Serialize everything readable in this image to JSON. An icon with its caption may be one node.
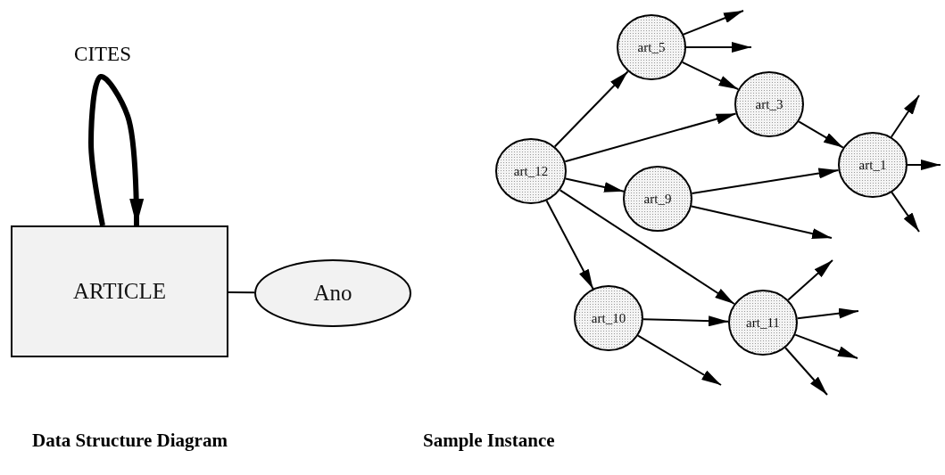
{
  "diagram": {
    "nodes": [
      {
        "text": [
          "ARTICLE"
        ]
      },
      {
        "text": [
          "Ano"
        ]
      },
      {
        "text": [
          "art_5"
        ]
      },
      {
        "text": [
          "art_3"
        ]
      },
      {
        "text": [
          "art_12"
        ]
      },
      {
        "text": [
          "art_1"
        ]
      },
      {
        "text": [
          "art_9"
        ]
      },
      {
        "text": [
          "art_10"
        ]
      },
      {
        "text": [
          "art_11"
        ]
      }
    ],
    "edges": [
      {
        "from": 0,
        "to": 0,
        "arrow": "to",
        "label": "CITES",
        "style": "thick"
      },
      {
        "from": 0,
        "to": 1,
        "arrow": "none"
      },
      {
        "from": 4,
        "to": 2,
        "arrow": "to"
      },
      {
        "from": 4,
        "to": 3,
        "arrow": "to"
      },
      {
        "from": 4,
        "to": 6,
        "arrow": "to"
      },
      {
        "from": 4,
        "to": 7,
        "arrow": "to"
      },
      {
        "from": 4,
        "to": 8,
        "arrow": "to"
      },
      {
        "from": 2,
        "to": 3,
        "arrow": "to"
      },
      {
        "from": 2,
        "to": null,
        "arrow": "to"
      },
      {
        "from": 2,
        "to": null,
        "arrow": "to"
      },
      {
        "from": 3,
        "to": 5,
        "arrow": "to"
      },
      {
        "from": 6,
        "to": 5,
        "arrow": "to"
      },
      {
        "from": 6,
        "to": null,
        "arrow": "to"
      },
      {
        "from": 5,
        "to": null,
        "arrow": "to"
      },
      {
        "from": 5,
        "to": null,
        "arrow": "to"
      },
      {
        "from": 5,
        "to": null,
        "arrow": "to"
      },
      {
        "from": 7,
        "to": 8,
        "arrow": "to"
      },
      {
        "from": 7,
        "to": null,
        "arrow": "to"
      },
      {
        "from": 8,
        "to": null,
        "arrow": "to"
      },
      {
        "from": 8,
        "to": null,
        "arrow": "to"
      },
      {
        "from": 8,
        "to": null,
        "arrow": "to"
      },
      {
        "from": 8,
        "to": null,
        "arrow": "to"
      }
    ],
    "labels": [
      "Data Structure Diagram",
      "Sample Instance"
    ]
  }
}
